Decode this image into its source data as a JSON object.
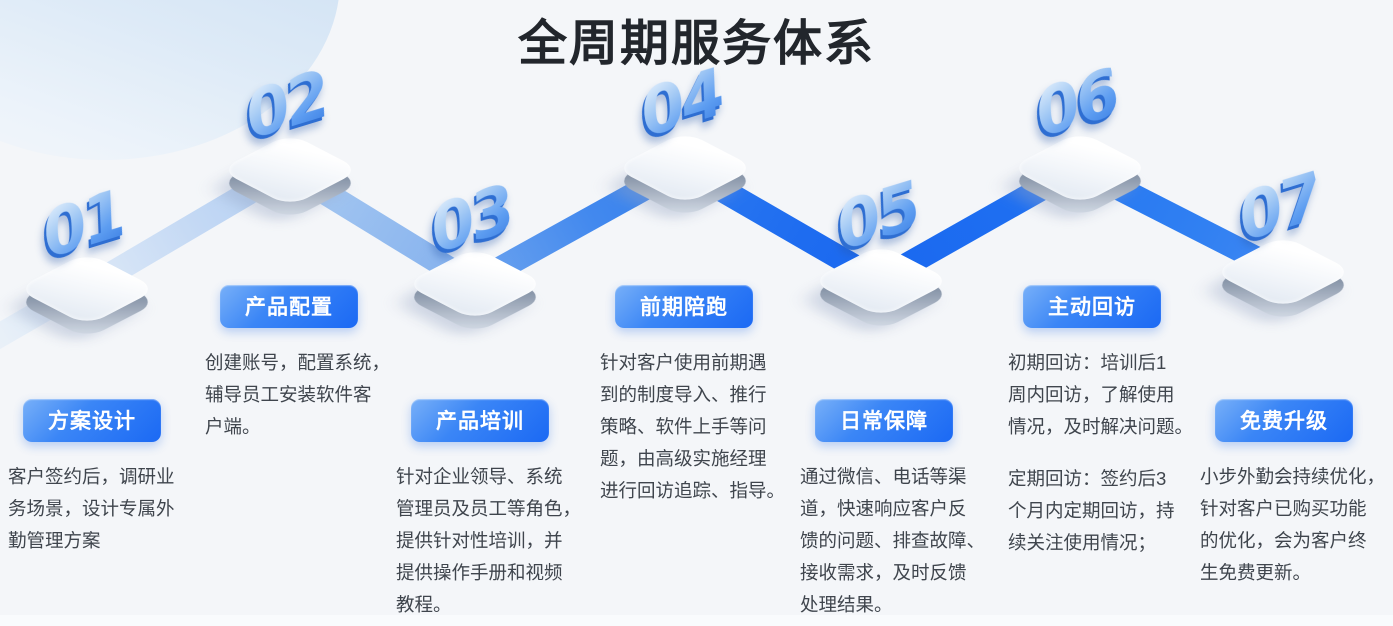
{
  "page": {
    "title": "全周期服务体系",
    "background": "#f4f6f9",
    "colors": {
      "accent_blue": "#1f6df5",
      "badge_gradient_start": "#78b0f8",
      "badge_gradient_end": "#1b69f4",
      "ribbon_blue": "#1e6ff2",
      "number_blue": "#4a90ee",
      "text_dark": "#3f454d",
      "title_color": "#22262c"
    }
  },
  "steps": [
    {
      "number": "01",
      "label": "方案设计",
      "paragraphs": [
        [
          "客户签约后，调研业",
          "务场景，设计专属外",
          "勤管理方案"
        ]
      ]
    },
    {
      "number": "02",
      "label": "产品配置",
      "paragraphs": [
        [
          "创建账号，配置系统，",
          "辅导员工安装软件客",
          "户端。"
        ]
      ]
    },
    {
      "number": "03",
      "label": "产品培训",
      "paragraphs": [
        [
          "针对企业领导、系统",
          "管理员及员工等角色，",
          "提供针对性培训，并",
          "提供操作手册和视频",
          "教程。"
        ]
      ]
    },
    {
      "number": "04",
      "label": "前期陪跑",
      "paragraphs": [
        [
          "针对客户使用前期遇",
          "到的制度导入、推行",
          "策略、软件上手等问",
          "题，由高级实施经理",
          "进行回访追踪、指导。"
        ]
      ]
    },
    {
      "number": "05",
      "label": "日常保障",
      "paragraphs": [
        [
          "通过微信、电话等渠",
          "道，快速响应客户反",
          "馈的问题、排查故障、",
          "接收需求，及时反馈",
          "处理结果。"
        ]
      ]
    },
    {
      "number": "06",
      "label": "主动回访",
      "paragraphs": [
        [
          "初期回访：培训后1",
          "周内回访，了解使用",
          "情况，及时解决问题。"
        ],
        [
          "定期回访：签约后3",
          "个月内定期回访，持",
          "续关注使用情况；"
        ]
      ]
    },
    {
      "number": "07",
      "label": "免费升级",
      "paragraphs": [
        [
          "小步外勤会持续优化，",
          "针对客户已购买功能",
          "的优化，会为客户终",
          "生免费更新。"
        ]
      ]
    }
  ]
}
